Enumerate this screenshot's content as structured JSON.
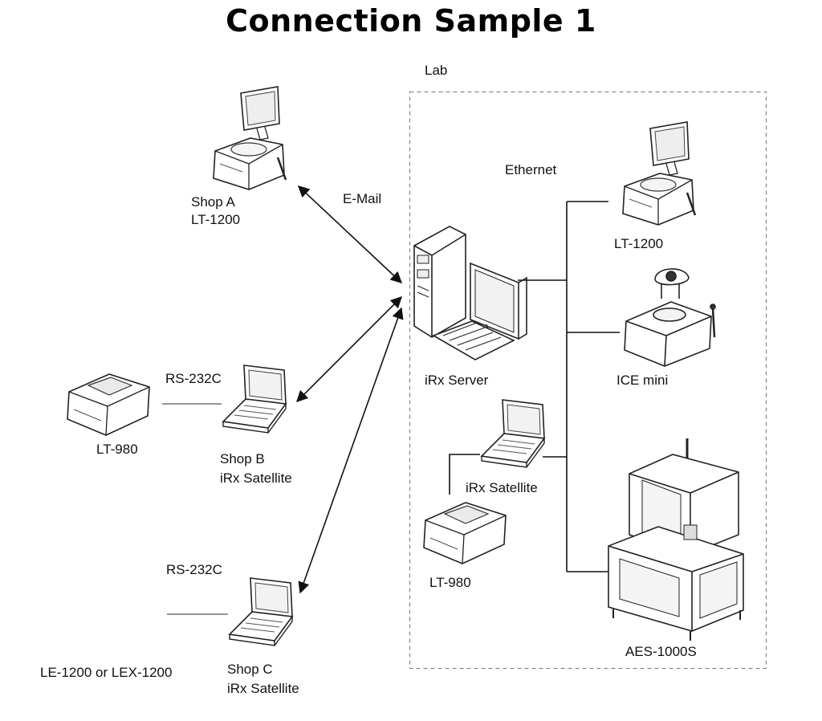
{
  "title": "Connection Sample 1",
  "lab_label": "Lab",
  "ethernet_label": "Ethernet",
  "email_label": "E-Mail",
  "shop_a": {
    "line1": "Shop A",
    "line2": "LT-1200"
  },
  "shop_b": {
    "line1": "Shop B",
    "line2": "iRx Satellite",
    "serial": "RS-232C",
    "device": "LT-980"
  },
  "shop_c": {
    "line1": "Shop C",
    "line2": "iRx Satellite",
    "serial": "RS-232C",
    "device": "LE-1200 or LEX-1200"
  },
  "lab": {
    "server": "iRx Server",
    "lt1200": "LT-1200",
    "ice": "ICE mini",
    "satellite": "iRx Satellite",
    "lt980": "LT-980",
    "aes": "AES-1000S"
  }
}
